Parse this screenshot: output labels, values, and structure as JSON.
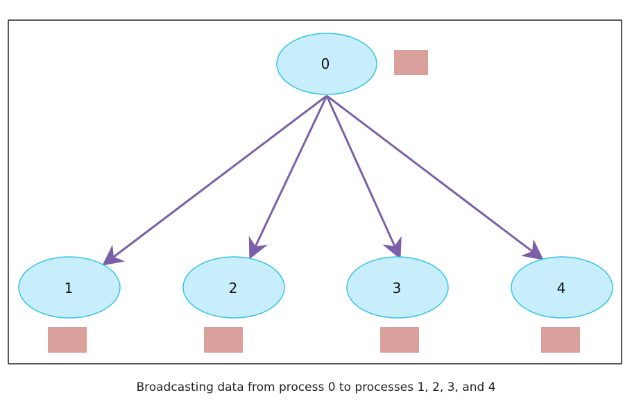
{
  "colors": {
    "node_fill": "#c9eefb",
    "node_stroke": "#33c3ea",
    "arrow": "#7b5fa8",
    "data_block": "#d9a09c",
    "frame": "#222222"
  },
  "nodes": [
    {
      "id": "node-0",
      "label": "0"
    },
    {
      "id": "node-1",
      "label": "1"
    },
    {
      "id": "node-2",
      "label": "2"
    },
    {
      "id": "node-3",
      "label": "3"
    },
    {
      "id": "node-4",
      "label": "4"
    }
  ],
  "caption": "Broadcasting data from process 0 to processes 1, 2, 3, and 4"
}
